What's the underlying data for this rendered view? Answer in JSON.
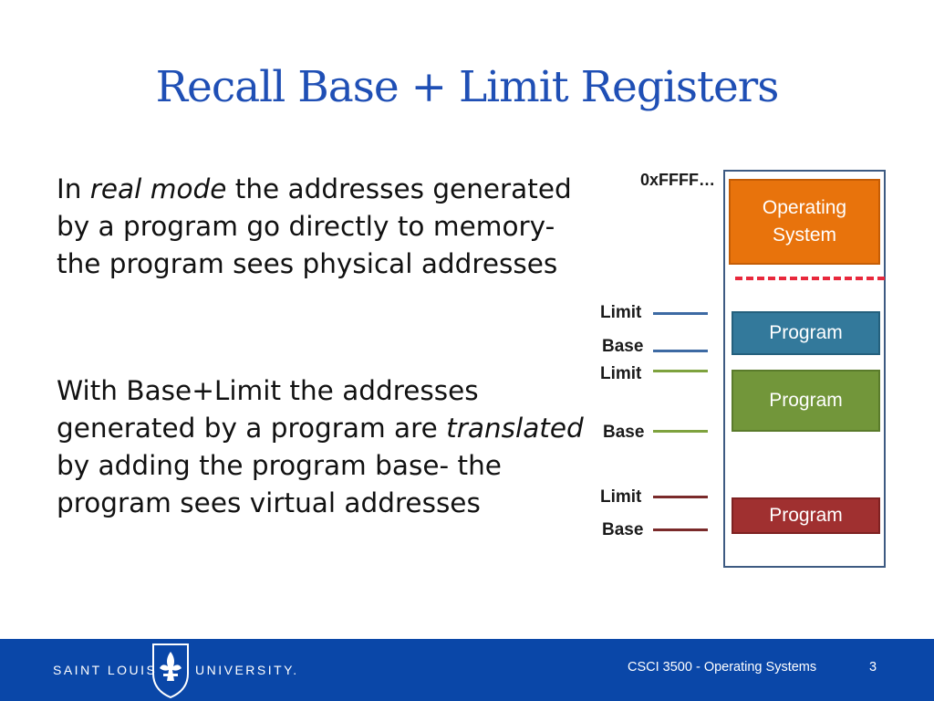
{
  "slide": {
    "title": "Recall Base + Limit Registers",
    "para1": {
      "pre": "In ",
      "em": "real mode",
      "post": " the addresses generated by a program go directly to memory- the program sees physical addresses"
    },
    "para2": {
      "pre": "With Base+Limit the addresses generated by a program are ",
      "em": "translated",
      "post": " by adding the program base- the program sees virtual addresses"
    }
  },
  "diagram": {
    "top_address": "0xFFFF…",
    "os_block": "Operating System",
    "program_label": "Program",
    "registers": {
      "limit": "Limit",
      "base": "Base"
    },
    "colors": {
      "os": "#e8730c",
      "program_blue": "#33799b",
      "program_green": "#72963a",
      "program_red": "#a03030",
      "divider": "#e8283c",
      "line_blue": "#3d6aa3",
      "line_green": "#7ea23e",
      "line_red": "#7a2a2a"
    }
  },
  "footer": {
    "university_left": "SAINT LOUIS",
    "university_right": "UNIVERSITY.",
    "course": "CSCI 3500 - Operating Systems",
    "page": "3"
  }
}
